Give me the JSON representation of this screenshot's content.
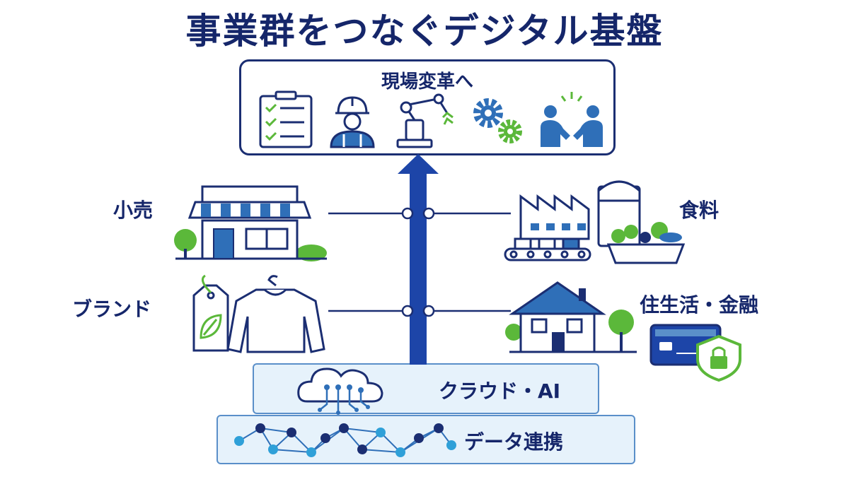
{
  "title": "事業群をつなぐデジタル基盤",
  "top_box": {
    "title": "現場変革へ",
    "icons": [
      "checklist-icon",
      "worker-icon",
      "robot-arm-icon",
      "gears-icon",
      "handshake-icon"
    ]
  },
  "segments": {
    "retail": "小売",
    "food": "食料",
    "brand": "ブランド",
    "living_finance": "住生活・金融"
  },
  "layers": {
    "cloud_ai": "クラウド・AI",
    "data_link": "データ連携"
  },
  "colors": {
    "navy": "#1b2e72",
    "blue": "#2f6fb8",
    "light_blue": "#e6f2fb",
    "green": "#5bb83a"
  }
}
